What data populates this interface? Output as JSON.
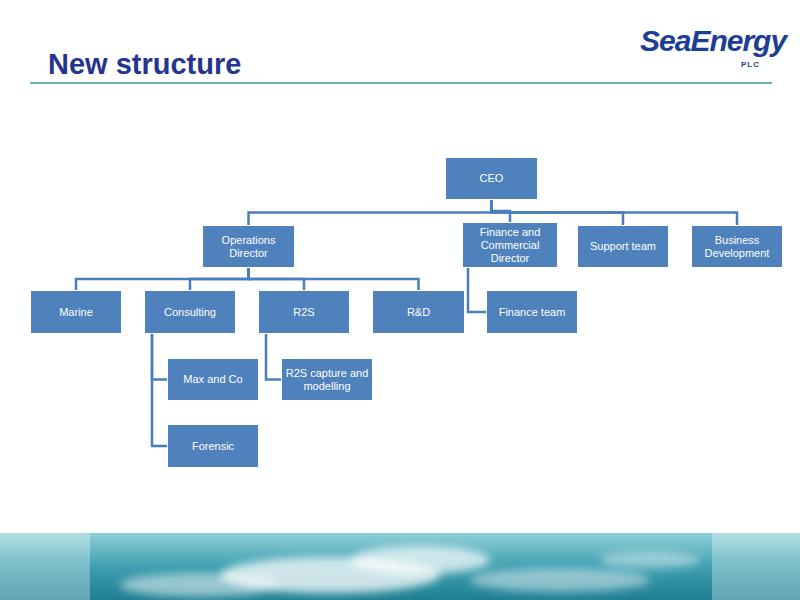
{
  "diagram": {
    "title": "New structure",
    "nodes": [
      {
        "text": [
          "CEO"
        ]
      },
      {
        "text": [
          "Operations Director"
        ]
      },
      {
        "text": [
          "Finance and Commercial Director"
        ]
      },
      {
        "text": [
          "Support team"
        ]
      },
      {
        "text": [
          "Business Development"
        ]
      },
      {
        "text": [
          "Marine"
        ]
      },
      {
        "text": [
          "Consulting"
        ]
      },
      {
        "text": [
          "R2S"
        ]
      },
      {
        "text": [
          "R&D"
        ]
      },
      {
        "text": [
          "Finance team"
        ]
      },
      {
        "text": [
          "Max and Co"
        ]
      },
      {
        "text": [
          "Forensic"
        ]
      },
      {
        "text": [
          "R2S capture and modelling"
        ]
      }
    ],
    "edges": [
      {
        "from": 0,
        "to": 1,
        "arrow": "none"
      },
      {
        "from": 0,
        "to": 2,
        "arrow": "none"
      },
      {
        "from": 0,
        "to": 3,
        "arrow": "none"
      },
      {
        "from": 0,
        "to": 4,
        "arrow": "none"
      },
      {
        "from": 1,
        "to": 5,
        "arrow": "none"
      },
      {
        "from": 1,
        "to": 6,
        "arrow": "none"
      },
      {
        "from": 1,
        "to": 7,
        "arrow": "none"
      },
      {
        "from": 1,
        "to": 8,
        "arrow": "none"
      },
      {
        "from": 2,
        "to": 9,
        "arrow": "none"
      },
      {
        "from": 6,
        "to": 10,
        "arrow": "none"
      },
      {
        "from": 6,
        "to": 11,
        "arrow": "none"
      },
      {
        "from": 7,
        "to": 12,
        "arrow": "none"
      }
    ],
    "labels": [
      "SeaEnergy",
      "PLC"
    ]
  }
}
